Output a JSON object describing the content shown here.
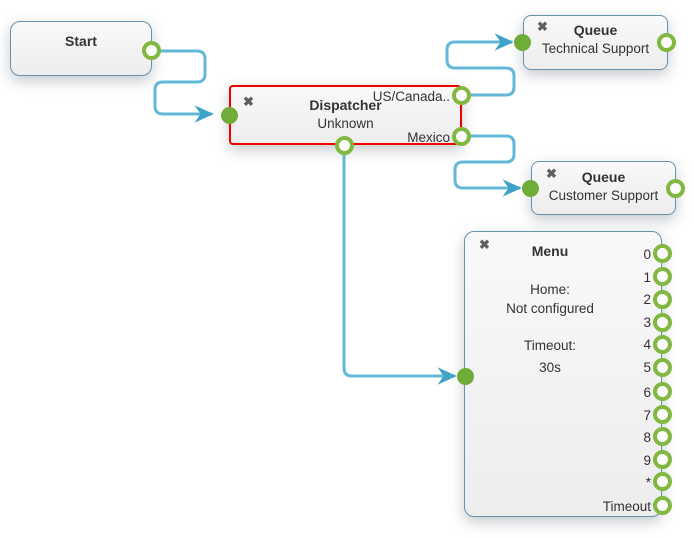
{
  "icons": {
    "delete": "✖"
  },
  "colors": {
    "selection_red": "#f20000",
    "port_ring_green": "#80b840",
    "port_solid_green": "#6fad38",
    "wire_blue": "#63b8d8",
    "arrow_blue": "#3fa2c8",
    "node_border_blue": "#6991aa"
  },
  "nodes": {
    "start": {
      "title": "Start"
    },
    "dispatcher": {
      "title": "Dispatcher",
      "subtitle": "Unknown",
      "selected": true,
      "outputs": [
        "US/Canada..",
        "Mexico"
      ]
    },
    "queue_technical": {
      "title": "Queue",
      "subtitle": "Technical Support"
    },
    "queue_customer": {
      "title": "Queue",
      "subtitle": "Customer Support"
    },
    "menu": {
      "title": "Menu",
      "home_label": "Home:",
      "home_value": "Not configured",
      "timeout_label": "Timeout:",
      "timeout_value": "30s",
      "ports": [
        "0",
        "1",
        "2",
        "3",
        "4",
        "5",
        "6",
        "7",
        "8",
        "9",
        "*",
        "Timeout"
      ]
    }
  },
  "connections": [
    {
      "from": "start",
      "to": "dispatcher"
    },
    {
      "from": "dispatcher:US/Canada",
      "to": "queue_technical"
    },
    {
      "from": "dispatcher:Mexico",
      "to": "queue_customer"
    },
    {
      "from": "dispatcher:bottom",
      "to": "menu"
    }
  ]
}
